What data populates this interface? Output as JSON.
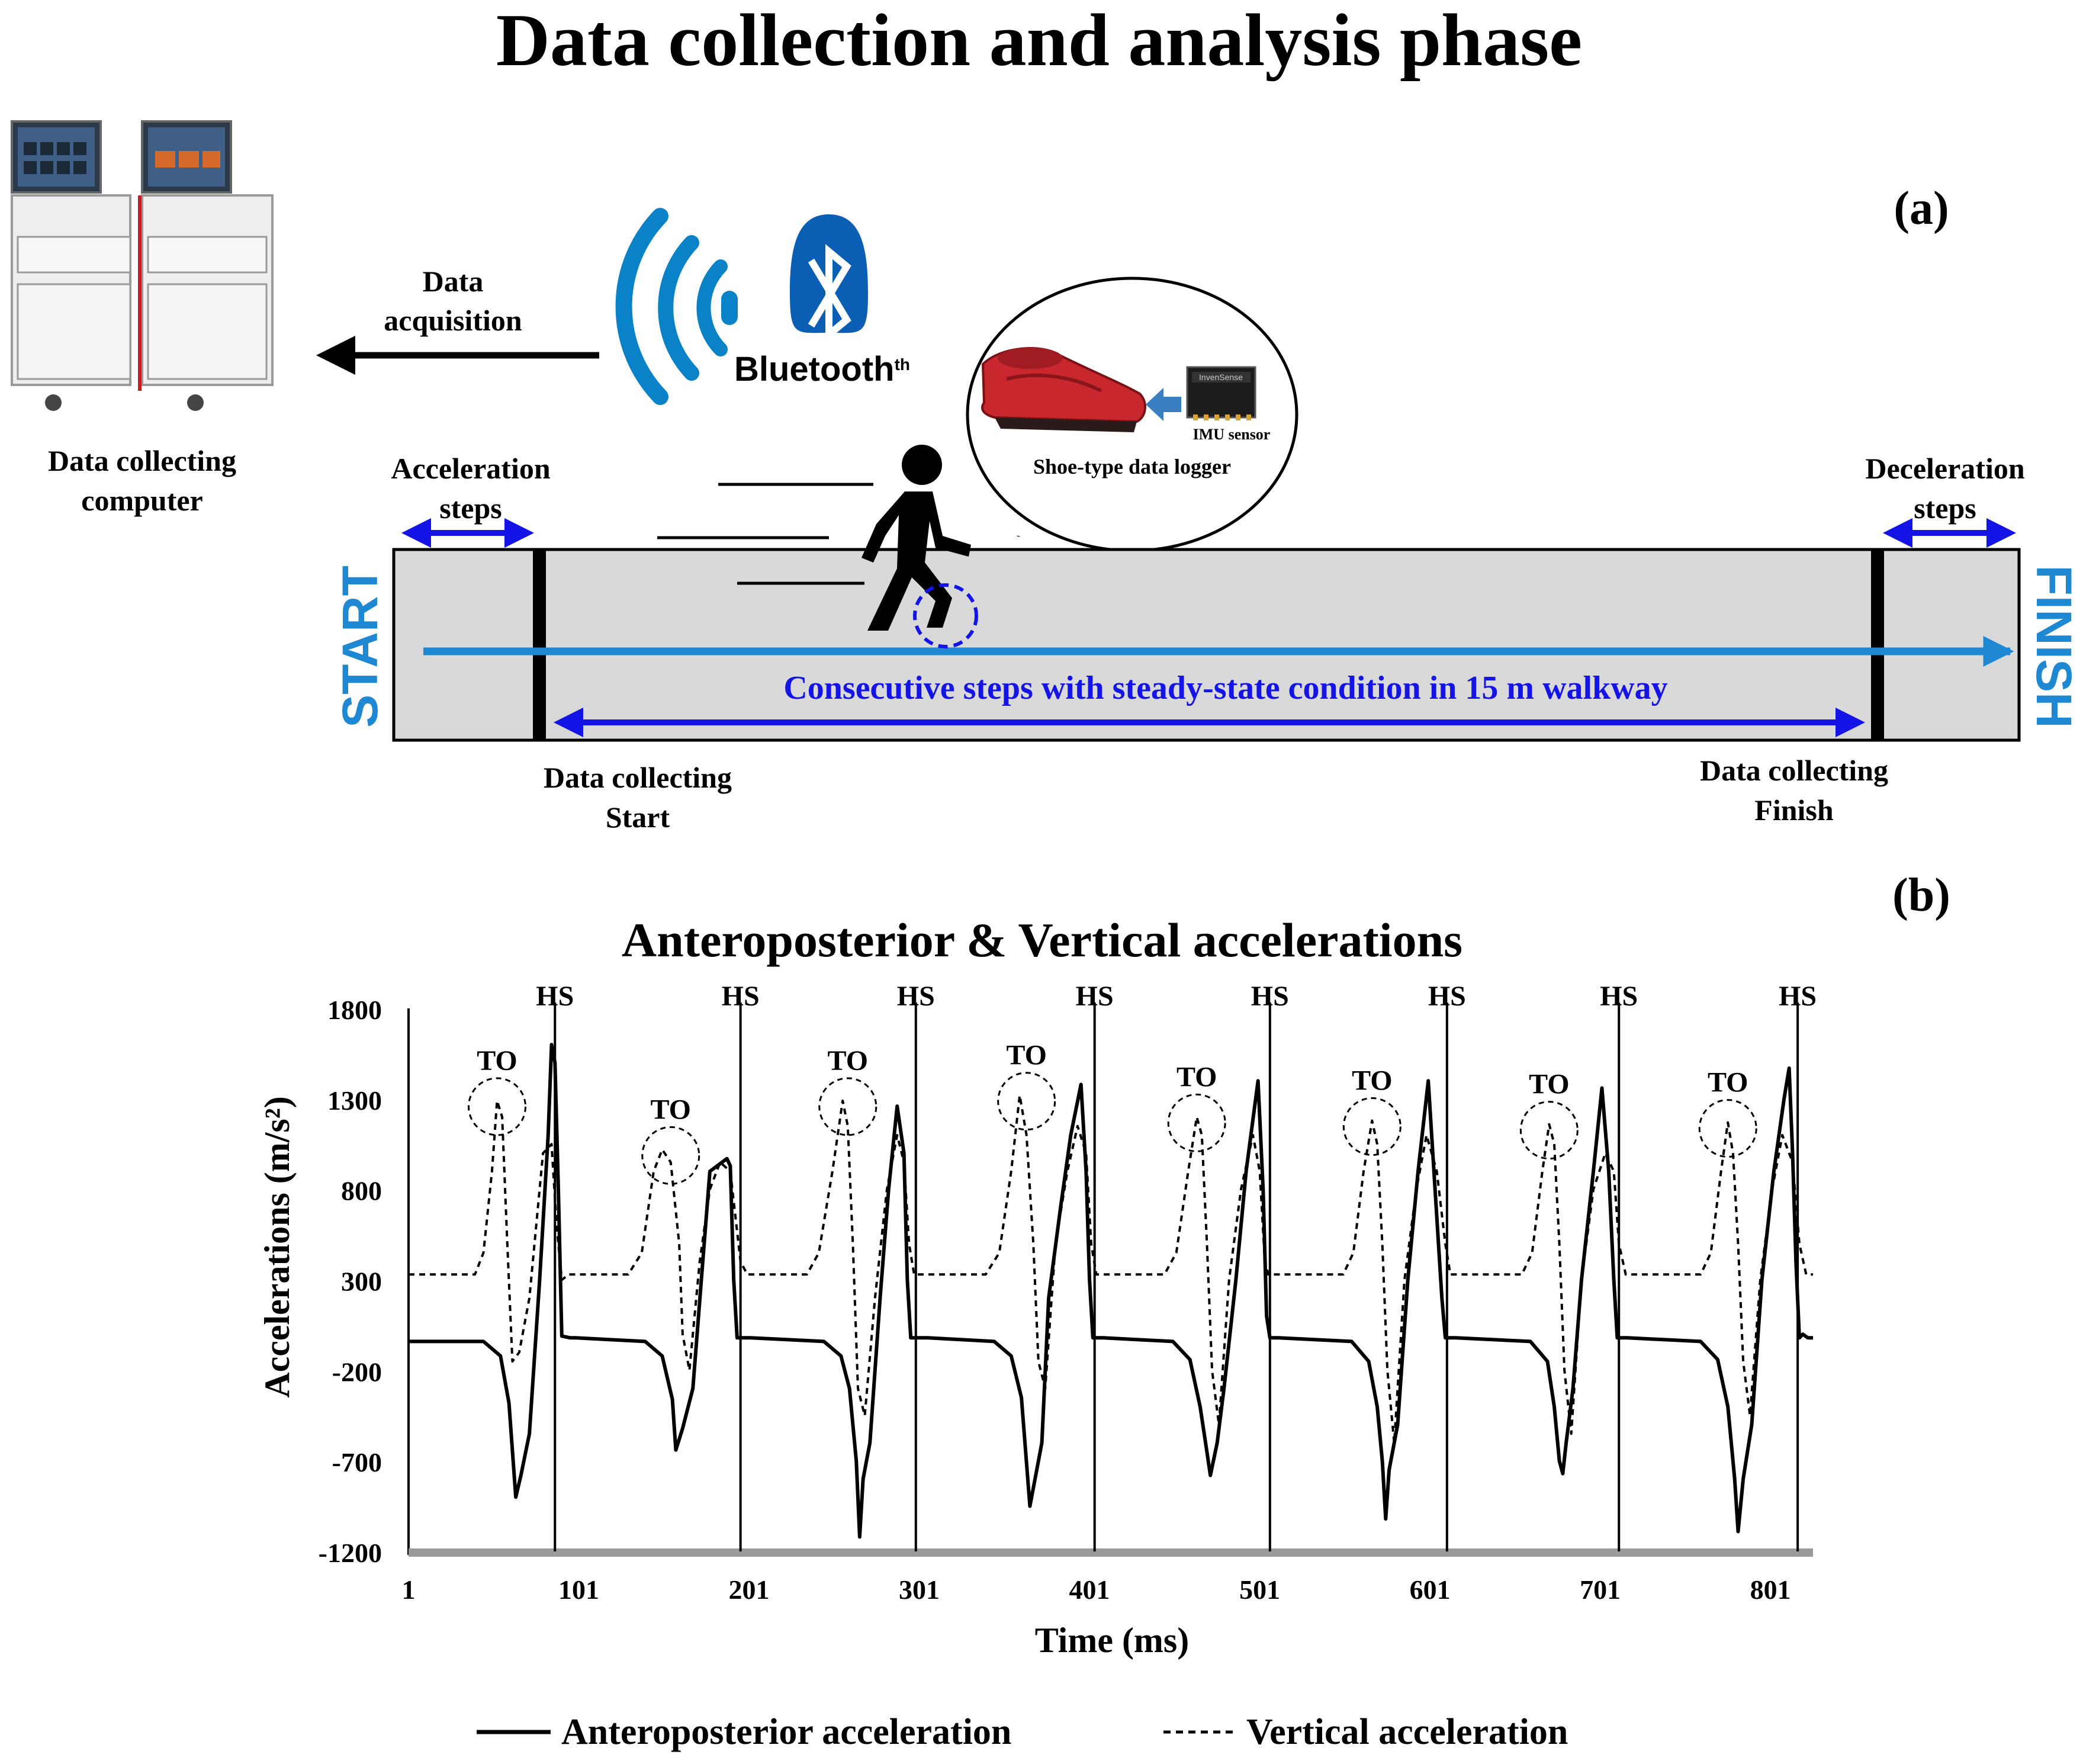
{
  "title": "Data collection and analysis phase",
  "panel_a": {
    "label": "(a)",
    "computer_label_l1": "Data collecting",
    "computer_label_l2": "computer",
    "acquisition_label_l1": "Data",
    "acquisition_label_l2": "acquisition",
    "bluetooth_word": "Bluetooth",
    "bluetooth_sup": "th",
    "shoe_logger_label": "Shoe-type data logger",
    "imu_label": "IMU sensor",
    "imu_brand": "InvenSense",
    "accel_label_l1": "Acceleration",
    "accel_label_l2": "steps",
    "decel_label_l1": "Deceleration",
    "decel_label_l2": "steps",
    "start_label": "START",
    "finish_label": "FINISH",
    "walkway_text": "Consecutive steps with steady-state condition in 15 m walkway",
    "collect_start_l1": "Data collecting",
    "collect_start_l2": "Start",
    "collect_finish_l1": "Data collecting",
    "collect_finish_l2": "Finish",
    "colors": {
      "bluetooth_blue": "#0a82c8",
      "arrow_blue": "#1414e6",
      "walkway_gray": "#d9d9d9",
      "start_finish_blue": "#1e88d2",
      "shoe_red": "#c8282d"
    }
  },
  "panel_b": {
    "label": "(b)",
    "legend_ap": "Anteroposterior acceleration",
    "legend_v": "Vertical acceleration"
  },
  "chart_data": {
    "type": "line",
    "title": "Anteroposterior & Vertical accelerations",
    "xlabel": "Time (ms)",
    "ylabel": "Accelerations (m/s²)",
    "xlim": [
      1,
      826
    ],
    "ylim": [
      -1200,
      1800
    ],
    "yticks": [
      1800,
      1300,
      800,
      300,
      -200,
      -700,
      -1200
    ],
    "xticks": [
      1,
      101,
      201,
      301,
      401,
      501,
      601,
      701,
      801
    ],
    "hs_label": "HS",
    "to_label": "TO",
    "hs_times": [
      87,
      196,
      299,
      404,
      507,
      611,
      712,
      817
    ],
    "to_points": [
      {
        "x": 53,
        "y": 1290
      },
      {
        "x": 155,
        "y": 1020
      },
      {
        "x": 259,
        "y": 1290
      },
      {
        "x": 364,
        "y": 1320
      },
      {
        "x": 464,
        "y": 1200
      },
      {
        "x": 567,
        "y": 1180
      },
      {
        "x": 671,
        "y": 1160
      },
      {
        "x": 776,
        "y": 1170
      }
    ],
    "series": [
      {
        "name": "Anteroposterior acceleration",
        "style": "solid",
        "x": [
          1,
          45,
          55,
          60,
          64,
          67,
          72,
          78,
          83,
          85,
          87,
          89,
          91,
          96,
          99,
          140,
          150,
          156,
          158,
          162,
          168,
          173,
          178,
          188,
          190,
          192,
          194,
          196,
          198,
          202,
          245,
          255,
          260,
          264,
          266,
          268,
          272,
          278,
          283,
          288,
          292,
          294,
          296,
          298,
          300,
          303,
          306,
          345,
          355,
          361,
          366,
          369,
          373,
          377,
          384,
          390,
          396,
          399,
          401,
          403,
          405,
          409,
          450,
          460,
          466,
          470,
          472,
          476,
          480,
          487,
          493,
          500,
          503,
          505,
          507,
          512,
          555,
          565,
          570,
          573,
          575,
          577,
          582,
          588,
          594,
          600,
          604,
          608,
          610,
          612,
          616,
          660,
          670,
          674,
          677,
          679,
          681,
          685,
          690,
          697,
          702,
          706,
          709,
          711,
          713,
          717,
          760,
          770,
          776,
          780,
          782,
          785,
          790,
          796,
          803,
          809,
          812,
          814,
          816,
          818,
          820,
          823,
          826
        ],
        "y": [
          -40,
          -40,
          -120,
          -380,
          -900,
          -780,
          -550,
          300,
          1100,
          1600,
          1500,
          800,
          -10,
          -20,
          -20,
          -40,
          -120,
          -360,
          -640,
          -520,
          -300,
          300,
          900,
          970,
          930,
          300,
          -20,
          -20,
          -20,
          -20,
          -40,
          -120,
          -300,
          -700,
          -1120,
          -800,
          -600,
          200,
          800,
          1260,
          1000,
          300,
          -20,
          -20,
          -20,
          -20,
          -20,
          -40,
          -120,
          -350,
          -950,
          -800,
          -600,
          200,
          700,
          1100,
          1380,
          900,
          300,
          -20,
          -20,
          -20,
          -40,
          -140,
          -400,
          -650,
          -780,
          -600,
          -300,
          300,
          900,
          1400,
          800,
          100,
          -20,
          -20,
          -40,
          -150,
          -400,
          -700,
          -1020,
          -750,
          -500,
          300,
          900,
          1400,
          800,
          200,
          -20,
          -20,
          -20,
          -40,
          -150,
          -400,
          -700,
          -770,
          -600,
          -300,
          300,
          900,
          1360,
          900,
          300,
          -20,
          -20,
          -20,
          -40,
          -140,
          -400,
          -800,
          -1090,
          -800,
          -500,
          300,
          900,
          1300,
          1470,
          1000,
          400,
          -20,
          0,
          -20,
          -20
        ],
        "color": "#000000"
      },
      {
        "name": "Vertical acceleration",
        "style": "dashed",
        "x": [
          1,
          40,
          45,
          50,
          53,
          56,
          59,
          62,
          66,
          72,
          80,
          85,
          88,
          91,
          95,
          130,
          138,
          145,
          150,
          155,
          160,
          162,
          166,
          172,
          178,
          184,
          190,
          196,
          200,
          235,
          242,
          250,
          256,
          259,
          262,
          265,
          269,
          275,
          282,
          288,
          292,
          295,
          298,
          300,
          304,
          340,
          348,
          355,
          360,
          364,
          368,
          371,
          375,
          381,
          388,
          394,
          399,
          402,
          405,
          408,
          445,
          452,
          459,
          464,
          467,
          470,
          473,
          477,
          483,
          490,
          497,
          501,
          504,
          506,
          509,
          550,
          556,
          562,
          567,
          570,
          573,
          576,
          580,
          586,
          593,
          599,
          605,
          610,
          613,
          616,
          655,
          661,
          667,
          671,
          674,
          677,
          680,
          684,
          690,
          697,
          704,
          709,
          712,
          716,
          718,
          760,
          766,
          772,
          776,
          779,
          782,
          785,
          789,
          795,
          802,
          808,
          814,
          818,
          822,
          826
        ],
        "y": [
          330,
          330,
          450,
          900,
          1290,
          1200,
          500,
          -150,
          -100,
          200,
          1000,
          1050,
          600,
          300,
          330,
          330,
          450,
          900,
          1020,
          950,
          500,
          0,
          -200,
          400,
          800,
          950,
          900,
          400,
          330,
          330,
          450,
          900,
          1290,
          1150,
          500,
          -300,
          -450,
          200,
          800,
          1100,
          950,
          500,
          330,
          330,
          330,
          330,
          450,
          900,
          1320,
          1100,
          500,
          -150,
          -300,
          500,
          900,
          1150,
          1000,
          500,
          330,
          330,
          330,
          450,
          900,
          1200,
          1100,
          500,
          -200,
          -500,
          300,
          800,
          1100,
          900,
          400,
          330,
          330,
          330,
          450,
          900,
          1180,
          1050,
          500,
          -200,
          -600,
          300,
          800,
          1100,
          900,
          500,
          330,
          330,
          330,
          450,
          900,
          1160,
          1050,
          500,
          -200,
          -550,
          300,
          800,
          1000,
          900,
          500,
          330,
          330,
          330,
          450,
          900,
          1170,
          1000,
          500,
          -150,
          -450,
          300,
          800,
          1100,
          950,
          500,
          330,
          330
        ],
        "color": "#000000"
      }
    ]
  }
}
